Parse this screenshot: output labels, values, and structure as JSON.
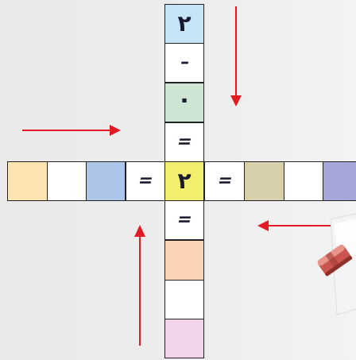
{
  "vertical_column": [
    {
      "kind": "num",
      "text": "٢",
      "color": "#c5e5f7"
    },
    {
      "kind": "op",
      "text": "–",
      "color": "#ffffff"
    },
    {
      "kind": "dot",
      "text": "٠",
      "color": "#cfe5d4"
    },
    {
      "kind": "op",
      "text": "=",
      "color": "#ffffff"
    },
    {
      "kind": "num",
      "text": "٢",
      "color": "#f2ee6e"
    },
    {
      "kind": "op",
      "text": "=",
      "color": "#ffffff"
    },
    {
      "kind": "empty",
      "text": "",
      "color": "#fcd2b4"
    },
    {
      "kind": "empty",
      "text": "",
      "color": "#ffffff"
    },
    {
      "kind": "empty",
      "text": "",
      "color": "#f2d4ea"
    }
  ],
  "horizontal_row": [
    {
      "kind": "empty",
      "text": "",
      "color": "#fde4b3"
    },
    {
      "kind": "empty",
      "text": "",
      "color": "#ffffff"
    },
    {
      "kind": "empty",
      "text": "",
      "color": "#aec5ea"
    },
    {
      "kind": "op",
      "text": "=",
      "color": "#ffffff"
    },
    {
      "kind": "center",
      "text": "",
      "color": "#f2ee6e"
    },
    {
      "kind": "op",
      "text": "=",
      "color": "#ffffff"
    },
    {
      "kind": "empty",
      "text": "",
      "color": "#d8cfab"
    },
    {
      "kind": "empty",
      "text": "",
      "color": "#ffffff"
    },
    {
      "kind": "empty",
      "text": "",
      "color": "#a6a7d9"
    }
  ],
  "arrows": [
    {
      "name": "arrow-down-top",
      "direction": "down"
    },
    {
      "name": "arrow-right-left",
      "direction": "right"
    },
    {
      "name": "arrow-left-right",
      "direction": "left"
    },
    {
      "name": "arrow-up-bottom",
      "direction": "up"
    }
  ],
  "colors": {
    "arrow": "#e01b24",
    "border": "#222222",
    "background": "#ececec"
  },
  "icons": {
    "decoration": "eraser-icon"
  }
}
